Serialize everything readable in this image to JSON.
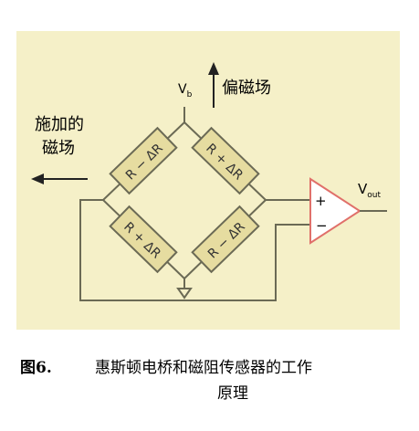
{
  "diagram": {
    "vb_label": "V",
    "vb_sub": "b",
    "bias_field_label": "偏磁场",
    "applied_field_label_line1": "施加的",
    "applied_field_label_line2": "磁场",
    "vout_label": "V",
    "vout_sub": "out",
    "resistor_top_left": "R − ΔR",
    "resistor_top_right": "R + ΔR",
    "resistor_bottom_left": "R + ΔR",
    "resistor_bottom_right": "R − ΔR",
    "opamp_plus": "+",
    "opamp_minus": "−",
    "colors": {
      "background": "#f5f0c8",
      "wire": "#6b6a55",
      "resistor_fill": "#e6dca0",
      "opamp": "#e0706a",
      "arrow": "#222222"
    }
  },
  "caption": {
    "label": "图6.",
    "text_line1": "惠斯顿电桥和磁阻传感器的工作",
    "text_line2": "原理"
  }
}
